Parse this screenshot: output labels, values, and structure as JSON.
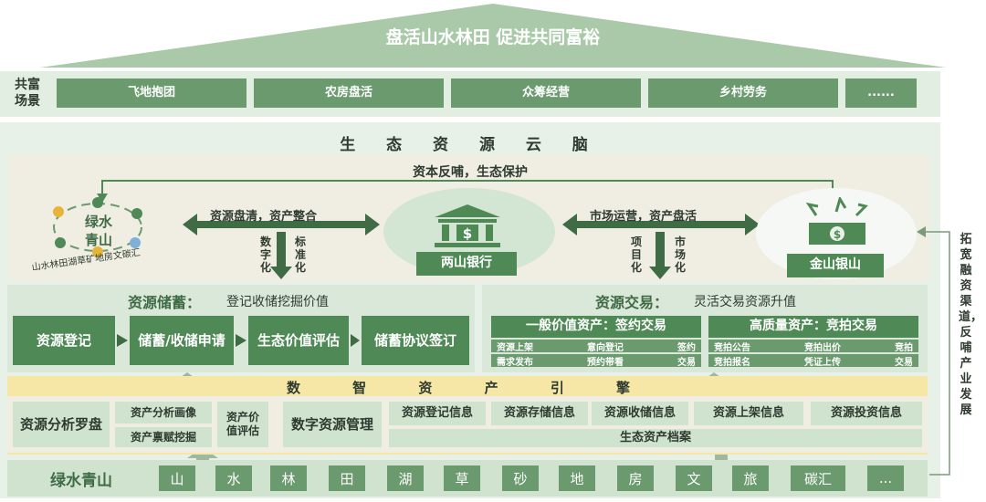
{
  "roof": {
    "title": "盘活山水林田  促进共同富裕"
  },
  "scenes": {
    "label": "共富场景",
    "items": [
      "飞地抱团",
      "农房盘活",
      "众筹经营",
      "乡村劳务",
      "......"
    ]
  },
  "brain": {
    "title": "生  态  资  源  云  脑"
  },
  "cycle": {
    "top_label": "资本反哺，生态保护"
  },
  "left_hub": {
    "title_line1": "绿水",
    "title_line2": "青山",
    "caption": "山水林田湖草矿地房文碳汇"
  },
  "arrow_left": {
    "label": "资源盘清，资产整合",
    "down_label_1": "数字化",
    "down_label_2": "标准化"
  },
  "bank": {
    "label": "两山银行"
  },
  "arrow_right": {
    "label": "市场运营，资产盘活",
    "down_label_1": "项目化",
    "down_label_2": "市场化"
  },
  "right_hub": {
    "label": "金山银山"
  },
  "storage": {
    "title": "资源储蓄：",
    "subtitle": "登记收储挖掘价值",
    "steps": [
      "资源登记",
      "储蓄/收储申请",
      "生态价值评估",
      "储蓄协议签订"
    ]
  },
  "trade": {
    "title": "资源交易：",
    "subtitle": "灵活交易资源升值",
    "general": {
      "title": "一般价值资产：签约交易",
      "r1": [
        "资源上架",
        "意向登记",
        "签约"
      ],
      "r2": [
        "需求发布",
        "预约带看",
        "交易"
      ]
    },
    "premium": {
      "title": "高质量资产：竞拍交易",
      "r1": [
        "竞拍公告",
        "竞拍出价",
        "竞拍"
      ],
      "r2": [
        "竞拍报名",
        "凭证上传",
        "交易"
      ]
    }
  },
  "digital": {
    "band": "数  智  资  产  引  擎",
    "analysis": "资源分析罗盘",
    "portrait": "资产分析画像",
    "mining": "资产禀赋挖掘",
    "valuation": "资产价值评估",
    "manage": "数字资源管理",
    "infos": [
      "资源登记信息",
      "资源存储信息",
      "资源收储信息",
      "资源上架信息",
      "资源投资信息"
    ],
    "archive": "生态资产档案"
  },
  "foundation": {
    "label": "绿水青山",
    "items": [
      "山",
      "水",
      "林",
      "田",
      "湖",
      "草",
      "砂",
      "地",
      "房",
      "文",
      "旅",
      "碳汇",
      "..."
    ]
  },
  "side": {
    "text": "拓宽融资渠道，反哺产业发展"
  },
  "colors": {
    "primary": "#6a9a6e",
    "dark": "#3f6b45",
    "pale": "#cfe3cf",
    "band": "#f7e7a6",
    "frame": "#e3eee3"
  }
}
